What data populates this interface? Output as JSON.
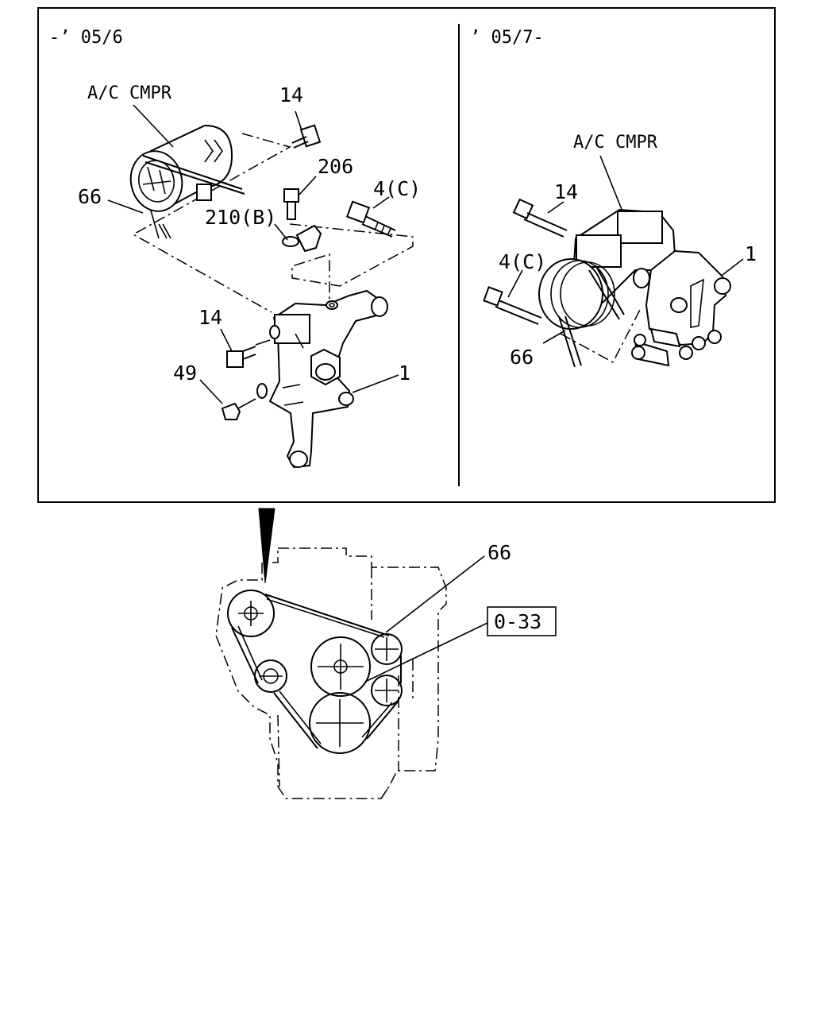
{
  "panels": {
    "left": {
      "period": "-’ 05/6"
    },
    "right": {
      "period": "’ 05/7-"
    }
  },
  "left_labels": {
    "ac_cmpr": "A/C CMPR",
    "bolt_top": "14",
    "belt": "66",
    "bolt_206": "206",
    "bolt_4c": "4(C)",
    "washer_210b": "210(B)",
    "bolt_side": "14",
    "nut_49": "49",
    "bracket": "1"
  },
  "right_labels": {
    "ac_cmpr": "A/C CMPR",
    "bolt_14": "14",
    "bolt_4c": "4(C)",
    "bracket": "1",
    "belt": "66"
  },
  "engine_labels": {
    "belt": "66",
    "ref_box": "0-33"
  }
}
